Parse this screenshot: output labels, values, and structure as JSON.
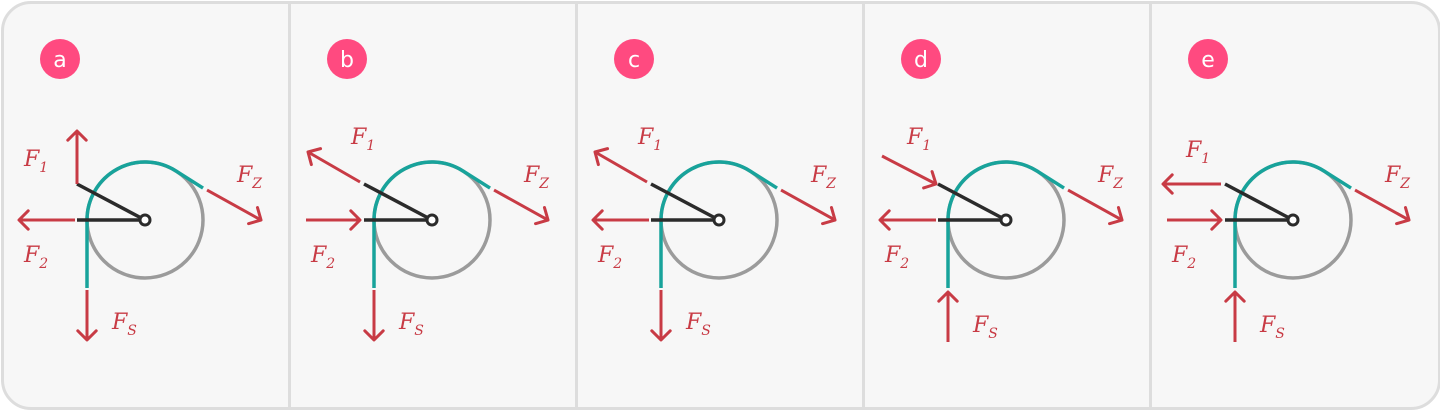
{
  "panels": [
    {
      "id": "a",
      "f1": "up",
      "f2": "left",
      "fs": "down"
    },
    {
      "id": "b",
      "f1": "up-left",
      "f2": "right",
      "fs": "down"
    },
    {
      "id": "c",
      "f1": "up-left",
      "f2": "left",
      "fs": "down"
    },
    {
      "id": "d",
      "f1": "down-right",
      "f2": "left",
      "fs": "up"
    },
    {
      "id": "e",
      "f1": "left",
      "f2": "right",
      "fs": "up"
    }
  ],
  "labels": {
    "f1": {
      "main": "F",
      "sub": "1"
    },
    "f2": {
      "main": "F",
      "sub": "2"
    },
    "fs": {
      "main": "F",
      "sub": "S"
    },
    "fz": {
      "main": "F",
      "sub": "Z"
    }
  },
  "colors": {
    "force": "#c83b45",
    "rope": "#18a39b",
    "wheel": "#9b9b9b",
    "arm": "#2b2b2b",
    "badge": "#ff4a80",
    "border": "#dddddd",
    "panel": "#f7f7f7"
  }
}
